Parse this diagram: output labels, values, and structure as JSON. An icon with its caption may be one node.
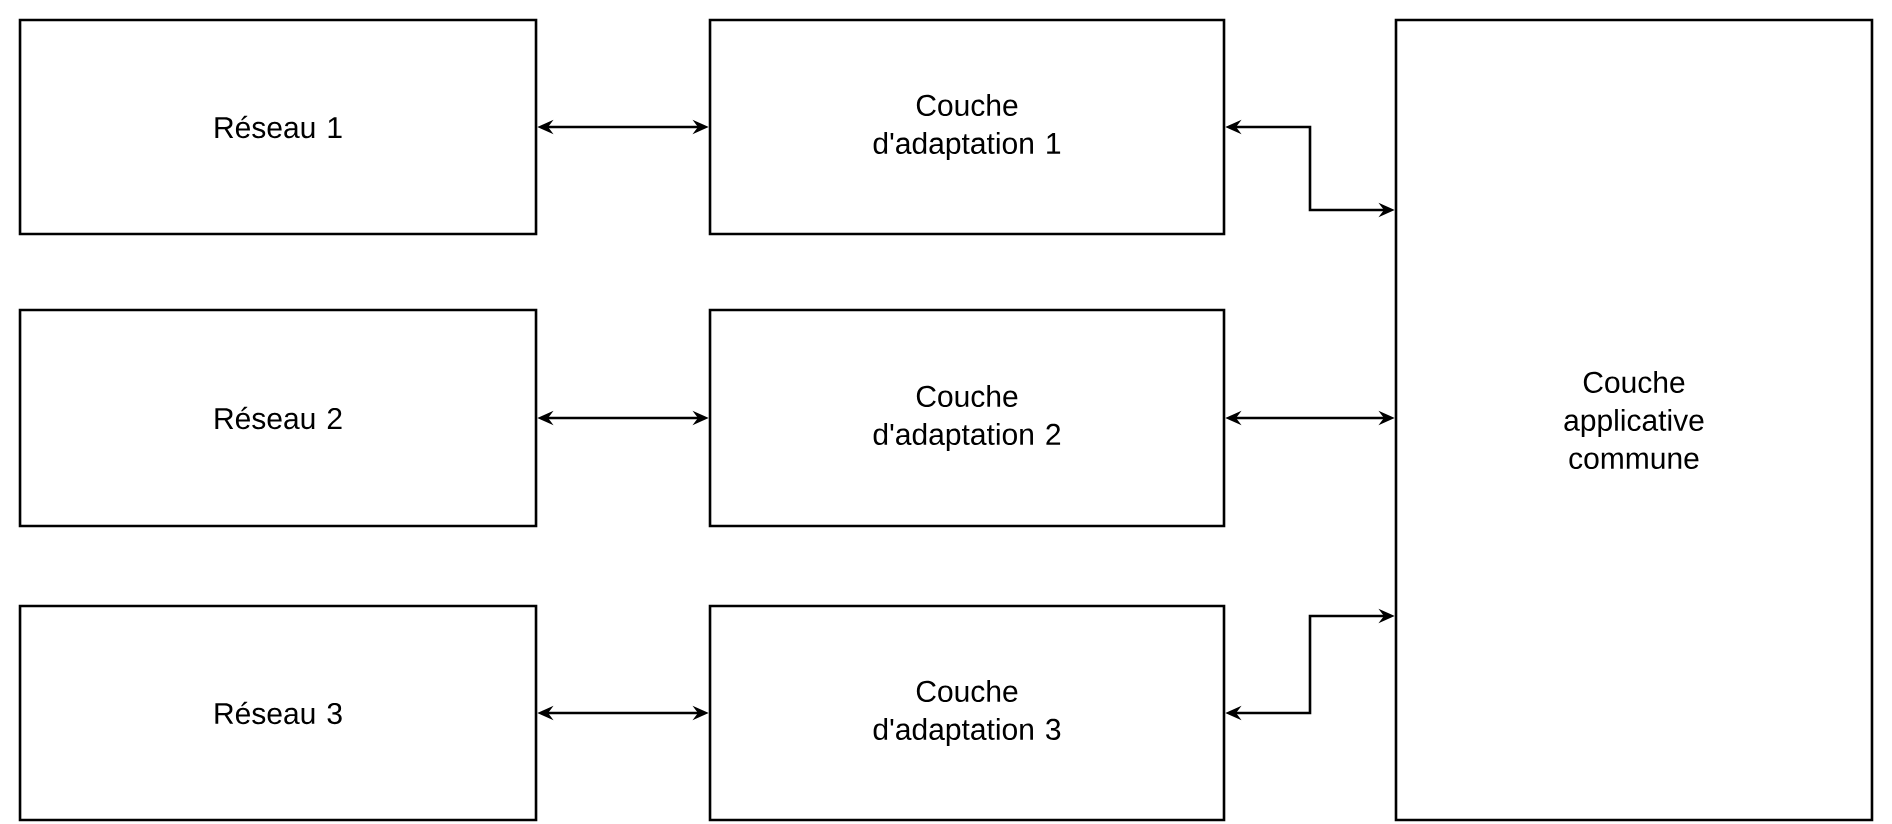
{
  "diagram": {
    "nodes": [
      {
        "text": [
          "Réseau 1"
        ]
      },
      {
        "text": [
          "Couche d'adaptation 1"
        ]
      },
      {
        "text": [
          "Réseau 2"
        ]
      },
      {
        "text": [
          "Couche d'adaptation 2"
        ]
      },
      {
        "text": [
          "Réseau 3"
        ]
      },
      {
        "text": [
          "Couche d'adaptation 3"
        ]
      },
      {
        "text": [
          "Couche applicative commune"
        ]
      }
    ],
    "edges": [
      {
        "from": 0,
        "to": 1,
        "arrow": "both"
      },
      {
        "from": 1,
        "to": 6,
        "arrow": "both"
      },
      {
        "from": 2,
        "to": 3,
        "arrow": "both"
      },
      {
        "from": 3,
        "to": 6,
        "arrow": "both"
      },
      {
        "from": 4,
        "to": 5,
        "arrow": "both"
      },
      {
        "from": 5,
        "to": 6,
        "arrow": "both"
      }
    ]
  }
}
